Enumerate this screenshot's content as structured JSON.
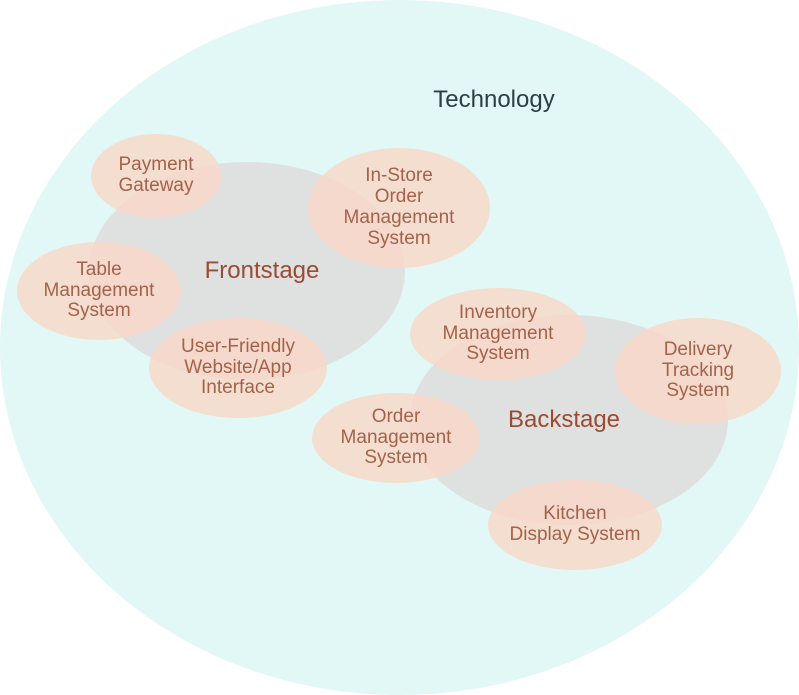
{
  "title": {
    "text": "Technology"
  },
  "groups": {
    "frontstage": {
      "label": "Frontstage"
    },
    "backstage": {
      "label": "Backstage"
    }
  },
  "nodes": {
    "payment_gateway": {
      "label": "Payment\nGateway",
      "group": "Frontstage"
    },
    "in_store_oms": {
      "label": "In-Store\nOrder\nManagement\nSystem",
      "group": "Frontstage"
    },
    "table_mgmt": {
      "label": "Table\nManagement\nSystem",
      "group": "Frontstage"
    },
    "user_friendly": {
      "label": "User-Friendly\nWebsite/App\nInterface",
      "group": "Frontstage"
    },
    "inventory_mgmt": {
      "label": "Inventory\nManagement\nSystem",
      "group": "Backstage"
    },
    "delivery_tracking": {
      "label": "Delivery\nTracking\nSystem",
      "group": "Backstage"
    },
    "order_mgmt": {
      "label": "Order\nManagement\nSystem",
      "group": "Backstage"
    },
    "kitchen_display": {
      "label": "Kitchen\nDisplay System",
      "group": "Backstage"
    }
  },
  "colors": {
    "background": "#ffffff",
    "technology_fill": "#e2f8f6",
    "group_fill": "#dfe1e0",
    "node_fill": "#f9d7c7",
    "node_text": "#a5624b",
    "group_text": "#9c4a33",
    "title_text": "#2e3d46"
  }
}
